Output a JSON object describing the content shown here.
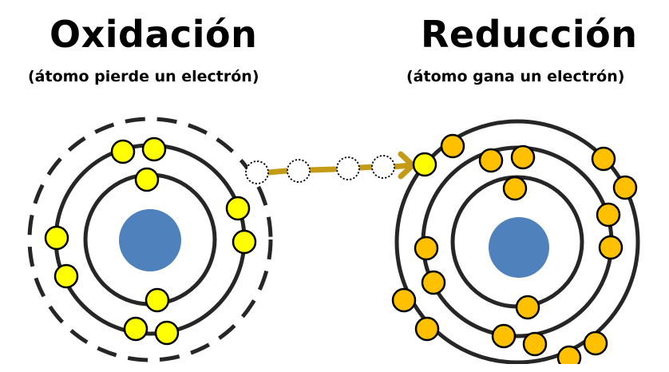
{
  "oxidation": {
    "title": "Oxidación",
    "subtitle": "(átomo pierde un electrón)"
  },
  "reduction": {
    "title": "Reducción",
    "subtitle": "(átomo gana un electrón)"
  },
  "colors": {
    "nucleus": "#4f81bd",
    "orbit": "#262626",
    "oxidation_electron": "#ffff00",
    "reduction_electron": "#ffc000",
    "transfer_arrow": "#c39b14",
    "electron_outline": "#000000"
  },
  "icons": {
    "nucleus": "nucleus-circle",
    "electron": "electron-circle",
    "lost_electron": "dotted-electron-circle",
    "transfer": "arrow-right"
  }
}
